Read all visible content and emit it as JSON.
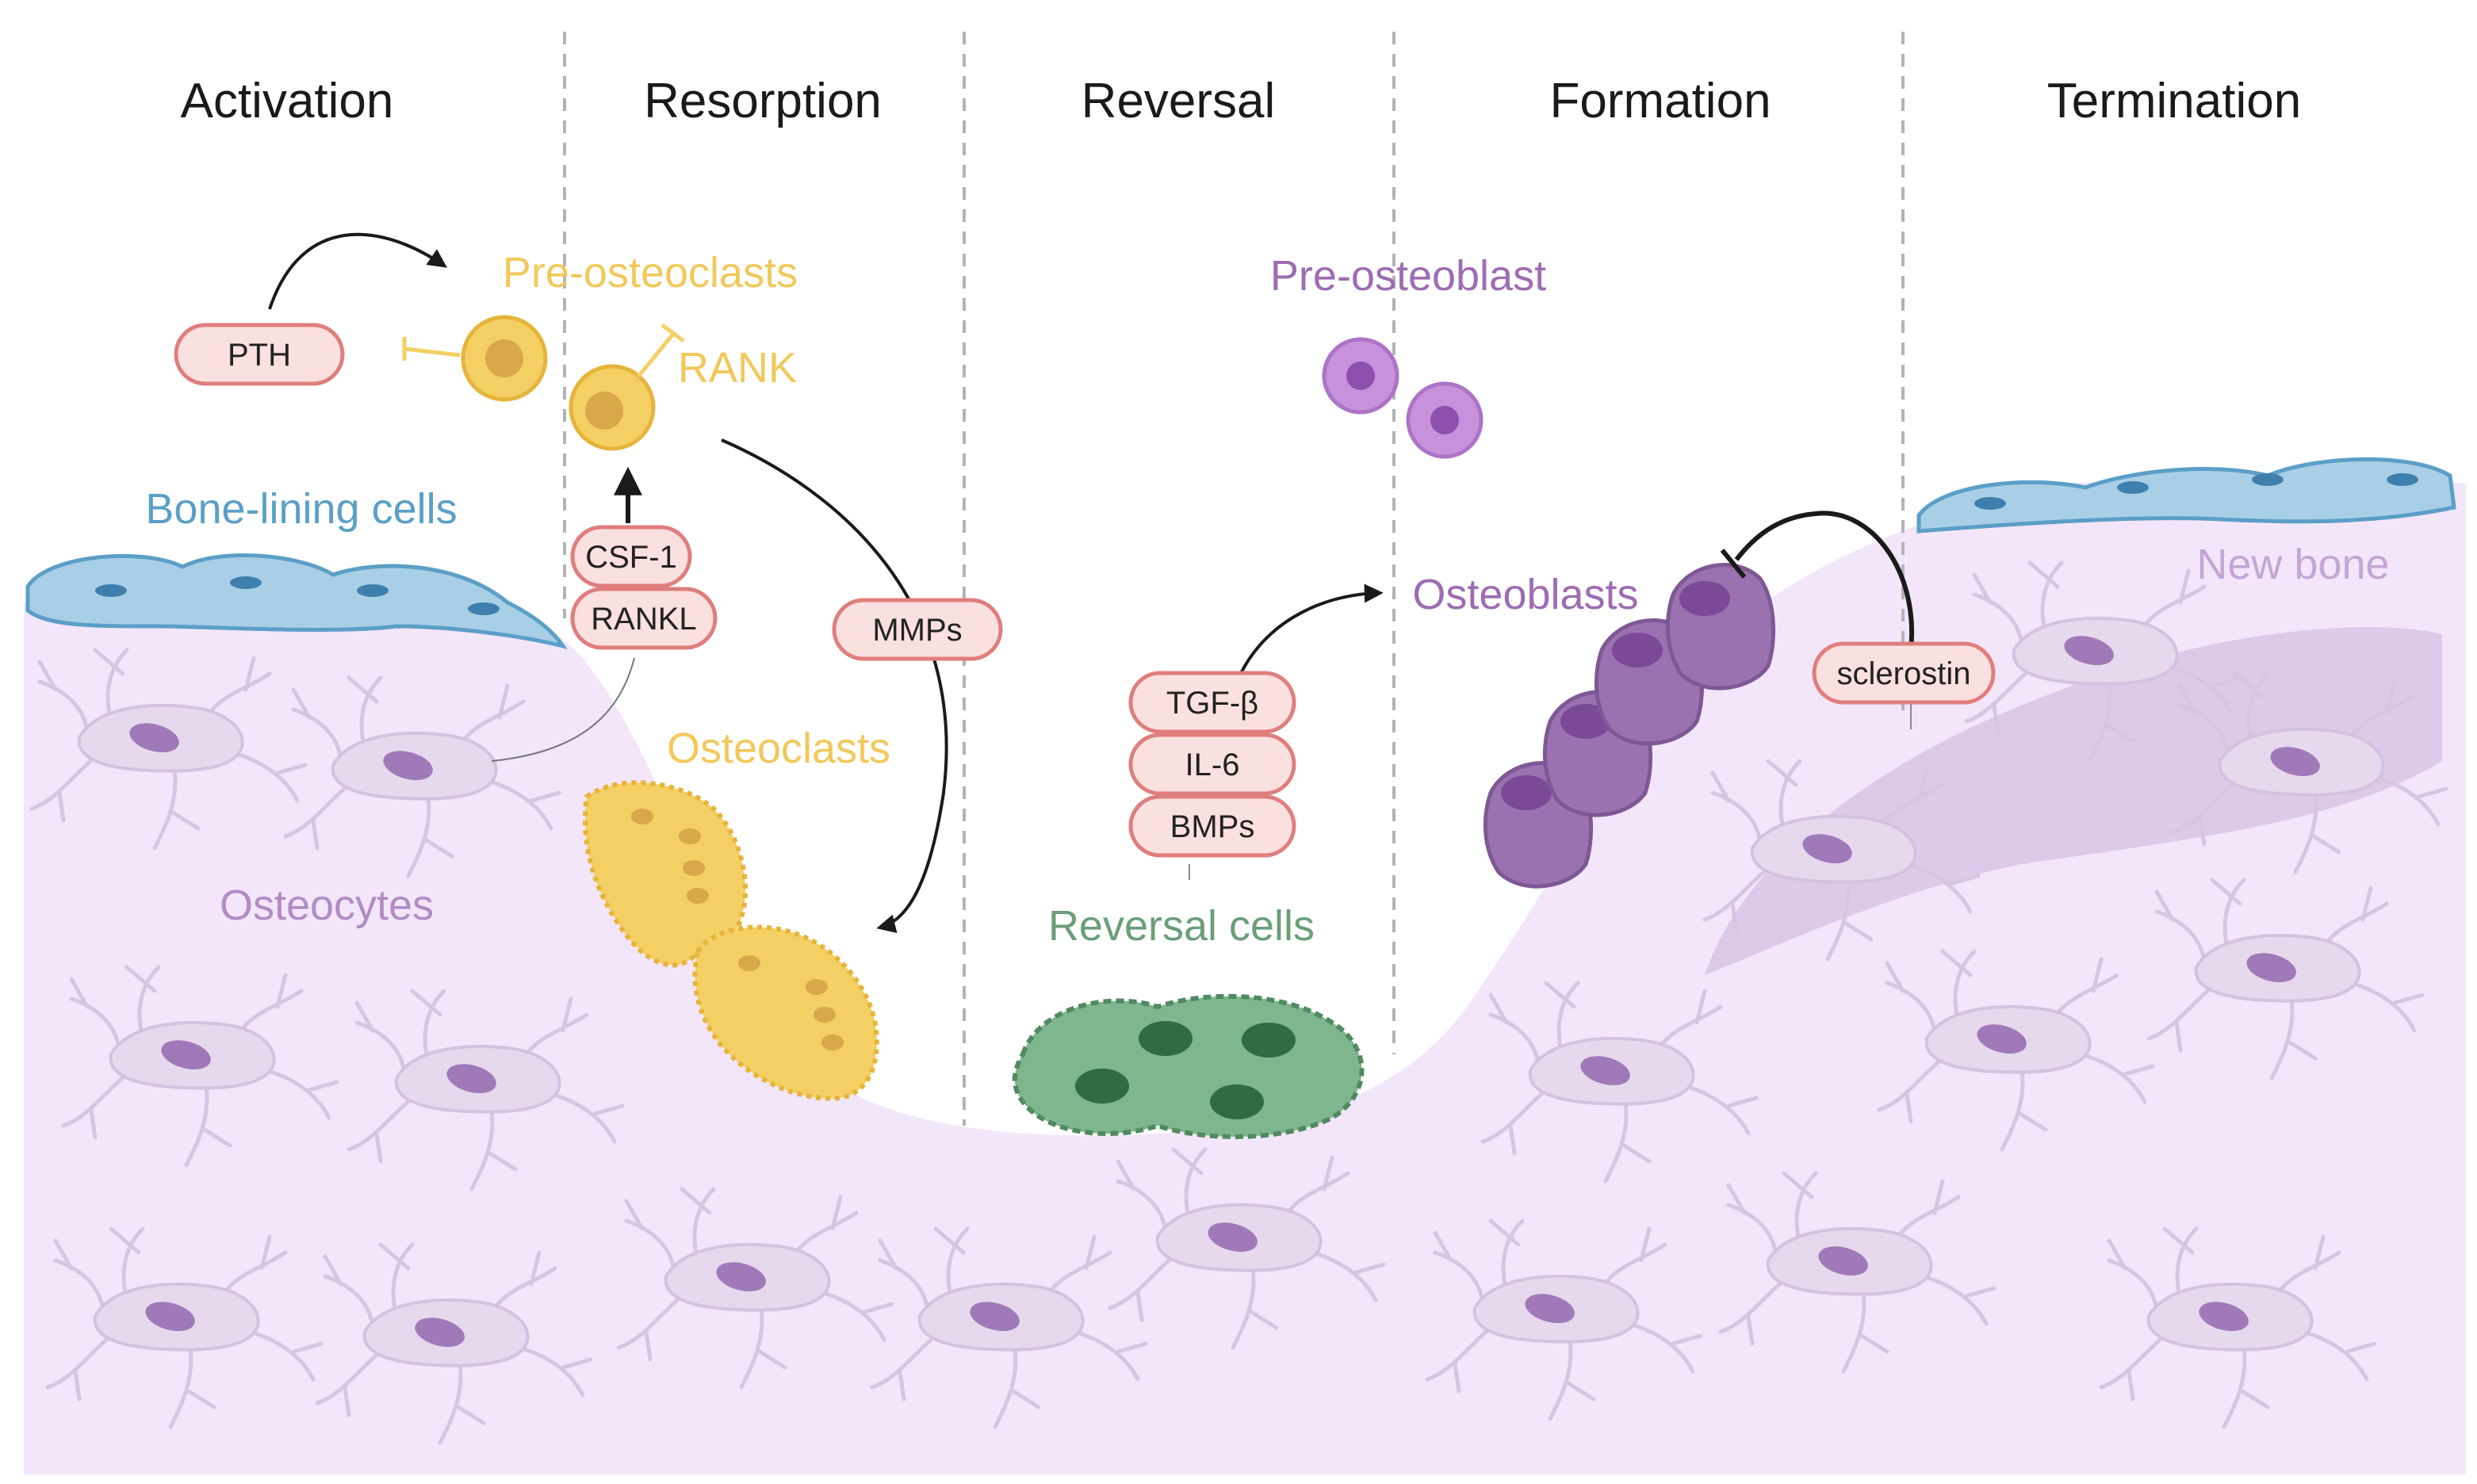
{
  "phases": [
    "Activation",
    "Resorption",
    "Reversal",
    "Formation",
    "Termination"
  ],
  "labels": {
    "pre_osteoclasts": "Pre-osteoclasts",
    "rank": "RANK",
    "bone_lining": "Bone-lining cells",
    "osteoclasts": "Osteoclasts",
    "osteocytes": "Osteocytes",
    "pre_osteoblast": "Pre-osteoblast",
    "osteoblasts": "Osteoblasts",
    "reversal_cells": "Reversal cells",
    "new_bone": "New bone"
  },
  "factors": {
    "pth": "PTH",
    "csf1": "CSF-1",
    "rankl": "RANKL",
    "mmps": "MMPs",
    "tgfb": "TGF-β",
    "il6": "IL-6",
    "bmps": "BMPs",
    "sclerostin": "sclerostin"
  },
  "colors": {
    "bone": "#f3e6fb",
    "osteoclast": "#f4cf63",
    "osteoclast_label": "#f2c85b",
    "osteoblast": "#9b72b0",
    "osteoblast_label": "#9d6cb2",
    "lining": "#5b9fc7",
    "reversal": "#5f9e72",
    "reversal_label": "#6a9e78",
    "osteocyte_label": "#b08cc4",
    "pill_fill": "#fbe0e0",
    "pill_stroke": "#e07d7d"
  }
}
